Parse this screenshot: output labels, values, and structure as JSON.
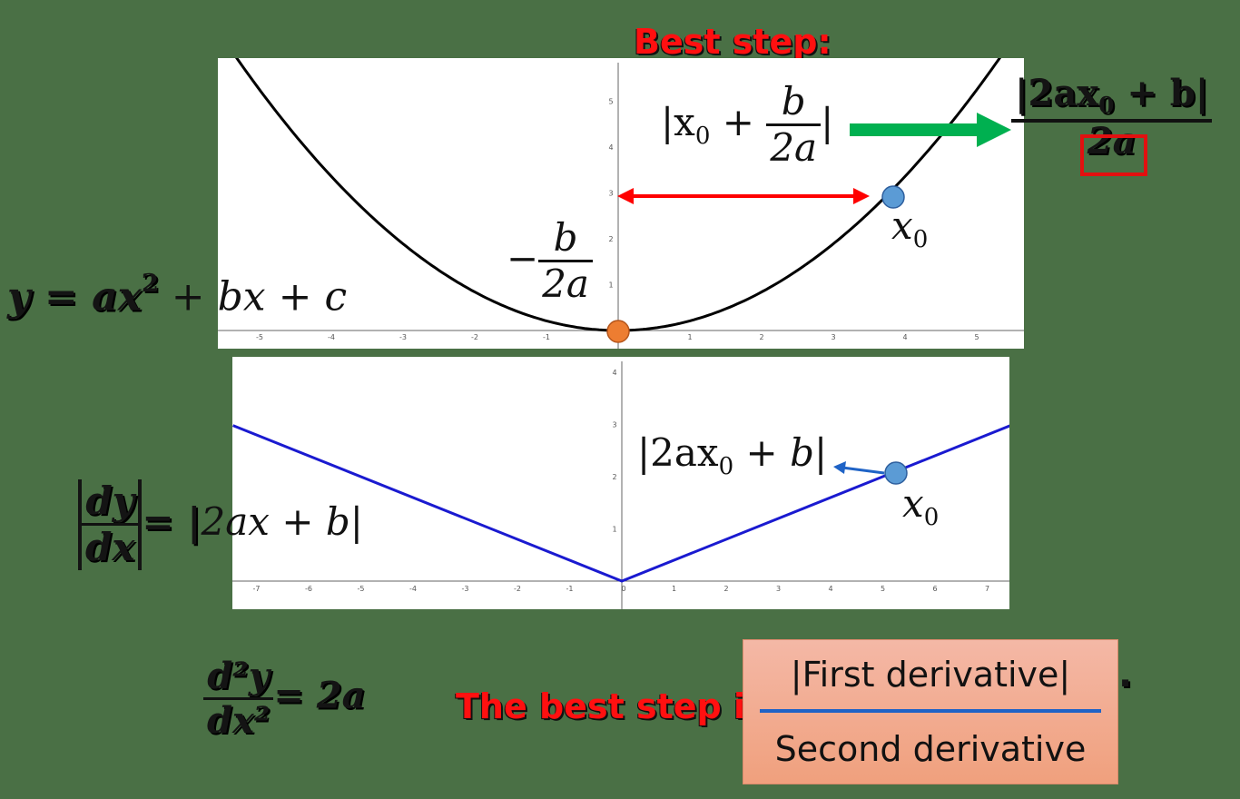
{
  "title": "Best step:",
  "top_graph": {
    "y_ticks": [
      "1",
      "2",
      "3",
      "4",
      "5"
    ],
    "x_ticks": [
      "-5",
      "-4",
      "-3",
      "-2",
      "-1",
      "1",
      "2",
      "3",
      "4",
      "5"
    ],
    "curve": "parabola",
    "point_label": "x",
    "point_sub": "0",
    "vertex_minus": "−",
    "vertex_num": "b",
    "vertex_den": "2a",
    "distance_left": "|x",
    "distance_sub": "0",
    "distance_plus": " + ",
    "distance_num": "b",
    "distance_den": "2a",
    "distance_right": "|",
    "colors": {
      "curve": "#000000",
      "point": "#5b9bd5",
      "vertex": "#ed7d31",
      "arrow": "#ff0000"
    }
  },
  "bottom_graph": {
    "y_ticks": [
      "1",
      "2",
      "3",
      "4"
    ],
    "x_ticks": [
      "-7",
      "-6",
      "-5",
      "-4",
      "-3",
      "-2",
      "-1",
      "0",
      "1",
      "2",
      "3",
      "4",
      "5",
      "6",
      "7"
    ],
    "curve": "absolute-value V",
    "point_label": "x",
    "point_sub": "0",
    "value_left": "|2ax",
    "value_sub": "0",
    "value_right": " + b|",
    "colors": {
      "curve": "#1a1ad0",
      "point": "#5b9bd5",
      "arrow": "#1f63c6"
    }
  },
  "equations": {
    "function_dark": "y = ax",
    "function_sup": "2",
    "function_tail": " + bx + c",
    "derivative_num": "dy",
    "derivative_den": "dx",
    "derivative_rhs_dark": "= |",
    "derivative_rhs": "2ax + b|",
    "second_num": "d²y",
    "second_den": "dx²",
    "second_rhs": "= 2a"
  },
  "result": {
    "numerator_left": "|2ax",
    "numerator_sub": "0",
    "numerator_right": " + b|",
    "denominator": "2a",
    "arrow_color": "#00b050",
    "box_color": "#e21010"
  },
  "best_step_caption": "The best step is",
  "best_step_box": {
    "numerator": "|First derivative|",
    "denominator": "Second derivative",
    "trailing": "."
  }
}
